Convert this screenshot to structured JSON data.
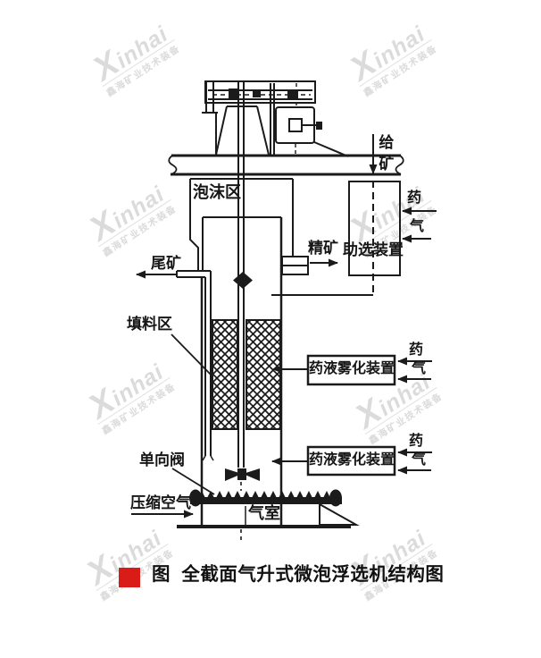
{
  "page": {
    "background": "#ffffff",
    "ink": "#1b1b1b"
  },
  "watermark": {
    "brand_x": "X",
    "brand_rest": "inhai",
    "subtitle": "鑫海矿业技术装备",
    "color": "#dbdbdb"
  },
  "labels": {
    "foam_zone": "泡沫区",
    "tailings": "尾矿",
    "packing_zone": "填料区",
    "check_valve": "单向阀",
    "compressed_air": "压缩空气",
    "air_chamber": "气室",
    "concentrate": "精矿",
    "feed": "给矿",
    "aux_device": "助选装置",
    "reagent": "药",
    "gas": "气",
    "atomizer": "药液雾化装置"
  },
  "caption": {
    "bullet_color": "#d91c17",
    "text": "图  全截面气升式微泡浮选机结构图"
  }
}
